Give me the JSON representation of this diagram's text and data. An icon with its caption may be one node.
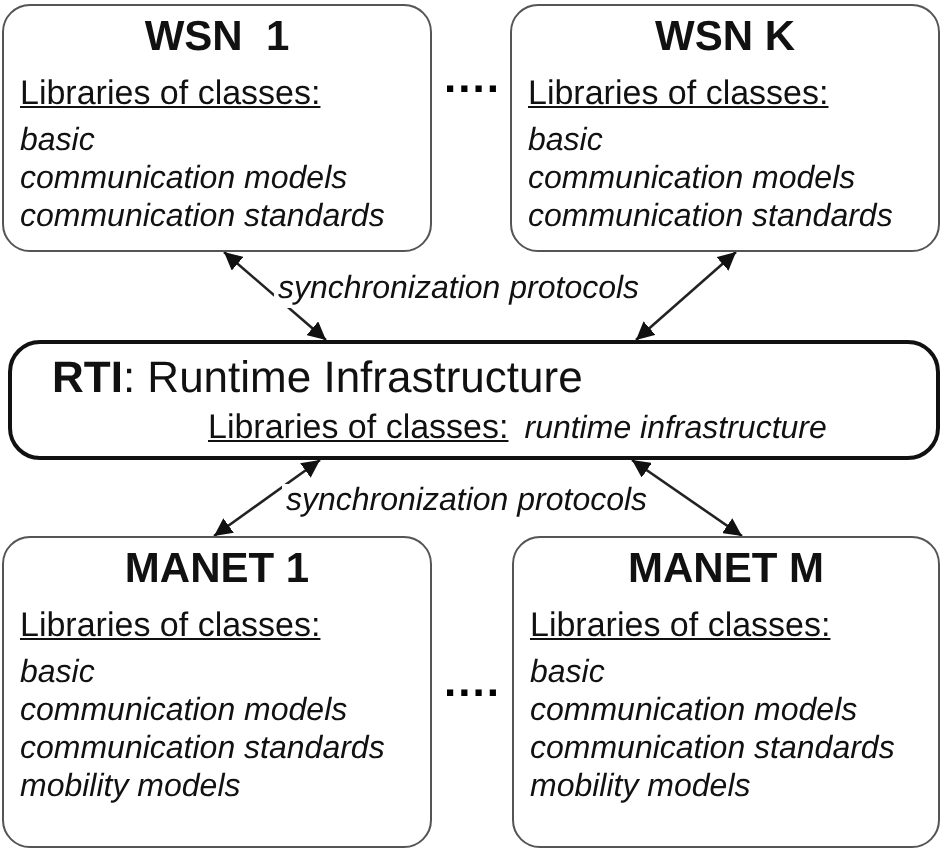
{
  "diagram": {
    "nodes": [
      {
        "text": [
          "WSN  1",
          "Libraries of classes:",
          "basic",
          "communication models",
          "communication standards"
        ]
      },
      {
        "text": [
          "WSN K",
          "Libraries of classes:",
          "basic",
          "communication models",
          "communication standards"
        ]
      },
      {
        "text": [
          "**RTI**: Runtime Infrastructure",
          "Libraries of classes:",
          "runtime infrastructure"
        ]
      },
      {
        "text": [
          "MANET 1",
          "Libraries of classes:",
          "basic",
          "communication models",
          "communication standards",
          "mobility models"
        ]
      },
      {
        "text": [
          "MANET M",
          "Libraries of classes:",
          "basic",
          "communication models",
          "communication standards",
          "mobility models"
        ]
      }
    ],
    "edges": [
      {
        "from": 0,
        "to": 2,
        "arrow": "both"
      },
      {
        "from": 1,
        "to": 2,
        "arrow": "both"
      },
      {
        "from": 2,
        "to": 3,
        "arrow": "both"
      },
      {
        "from": 2,
        "to": 4,
        "arrow": "both"
      }
    ],
    "labels": [
      "....",
      "synchronization protocols",
      "synchronization protocols",
      "...."
    ]
  }
}
